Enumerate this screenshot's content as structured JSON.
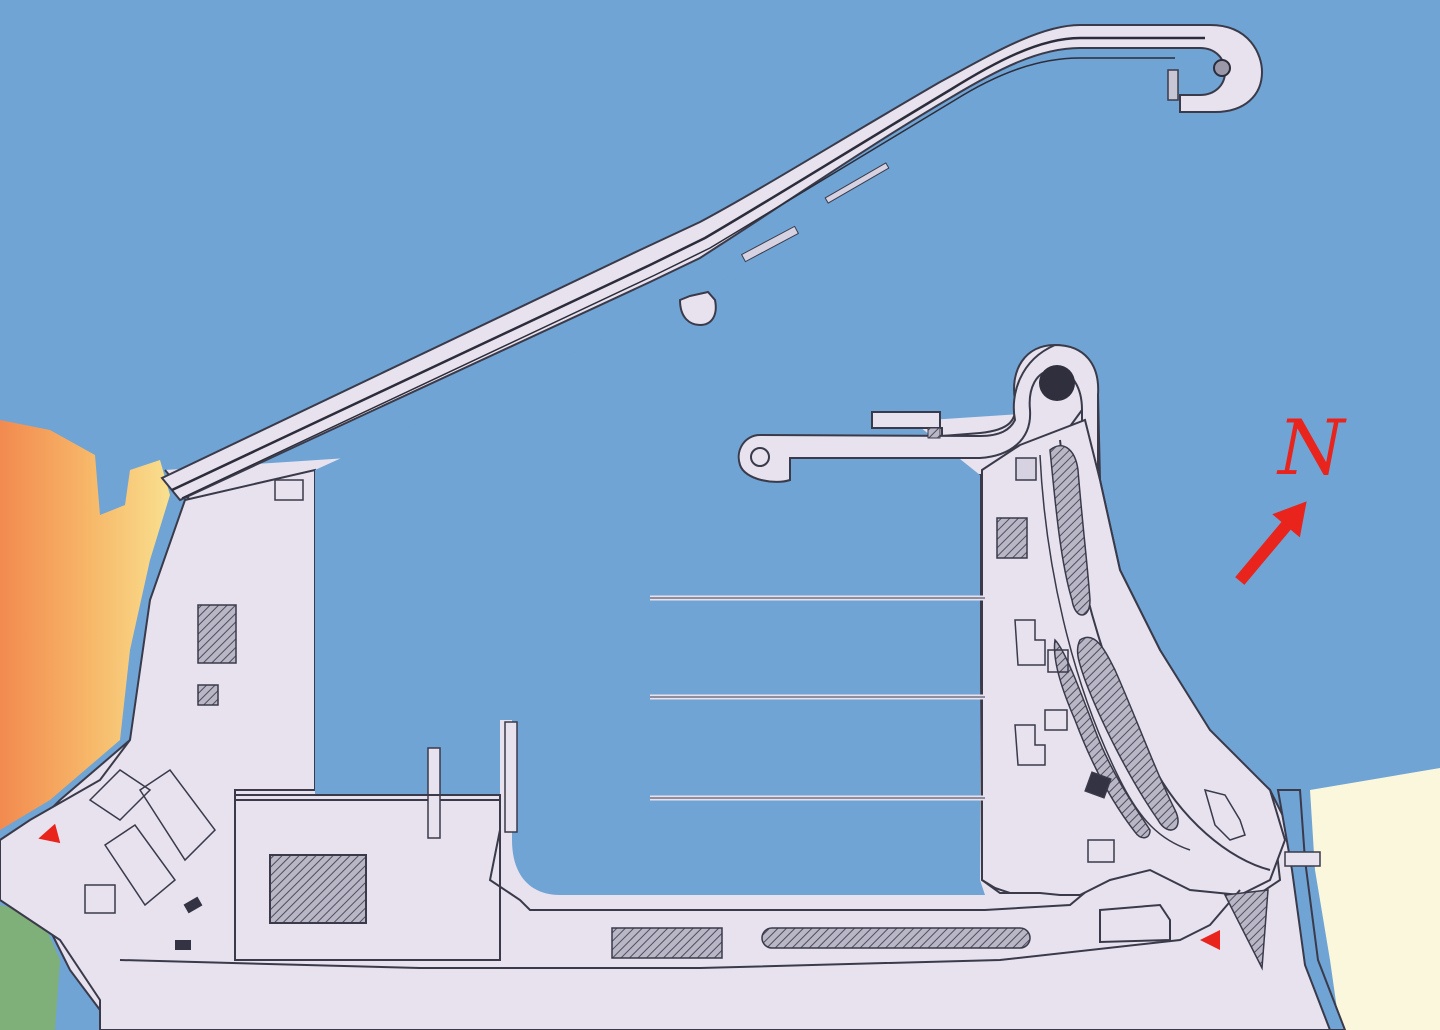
{
  "map": {
    "colors": {
      "water": "#6fa4d4",
      "land_paved": "#e7e2ee",
      "outline": "#3a3a4a",
      "hatch": "#555566",
      "sand_orange": "#f28a4f",
      "sand_yellow": "#f6df8a",
      "grass_green": "#7fb07a",
      "cream_land": "#fbf7dc",
      "marker_red": "#e8241c"
    },
    "compass": {
      "label": "N",
      "arrow_icon": "north-arrow-icon"
    },
    "entrance_markers": {
      "icon": "red-triangle-marker-icon",
      "count": 2
    },
    "features": {
      "pontoons": 3,
      "breakwater": "long-main-breakwater",
      "harbour_basin": "marina-basin"
    }
  }
}
